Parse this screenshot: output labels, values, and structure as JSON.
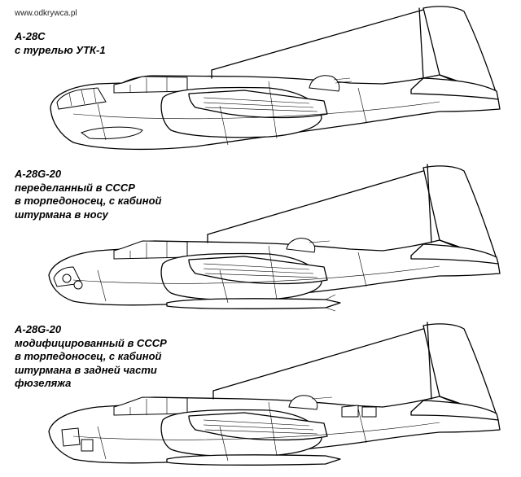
{
  "watermark": "www.odkrywca.pl",
  "variants": [
    {
      "lines": [
        "A-28C",
        "с турелью УТК-1"
      ]
    },
    {
      "lines": [
        "A-28G-20",
        "переделанный в СССР",
        "в торпедоносец, с кабиной",
        "штурмана в носу"
      ]
    },
    {
      "lines": [
        "A-28G-20",
        "модифицированный в СССР",
        "в торпедоносец, с кабиной",
        "штурмана в задней части",
        "фюзеляжа"
      ]
    }
  ]
}
